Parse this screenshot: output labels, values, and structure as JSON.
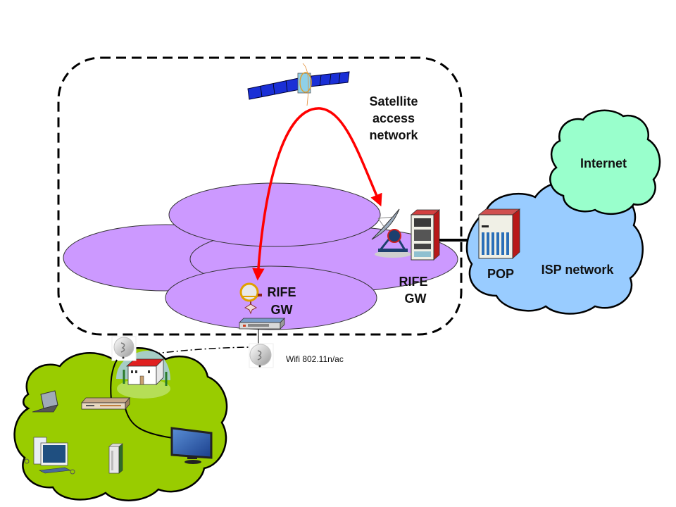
{
  "diagram": {
    "title": "Satellite access network architecture",
    "labels": {
      "satellite_network_line1": "Satellite",
      "satellite_network_line2": "access",
      "satellite_network_line3": "network",
      "rife_gw_terminal_line1": "RIFE",
      "rife_gw_terminal_line2": "GW",
      "rife_gw_hub_line1": "RIFE",
      "rife_gw_hub_line2": "GW",
      "pop": "POP",
      "isp_network": "ISP network",
      "internet": "Internet",
      "wifi": "Wifi 802.11n/ac"
    },
    "colors": {
      "beam_fill": "#cc99ff",
      "isp_cloud": "#99ccff",
      "internet_cloud": "#99ffcc",
      "home_cloud": "#99cc00",
      "link_arrow": "#ff0000",
      "solar_panel": "#1a2fd6",
      "rack_red": "#b81818"
    },
    "nodes": [
      {
        "id": "satellite",
        "icon": "satellite-icon"
      },
      {
        "id": "hub-dish",
        "icon": "dish-antenna-icon"
      },
      {
        "id": "hub-rack",
        "icon": "server-rack-icon"
      },
      {
        "id": "terminal-dish",
        "icon": "vsat-terminal-icon"
      },
      {
        "id": "terminal-switch",
        "icon": "network-switch-icon"
      },
      {
        "id": "pop-rack",
        "icon": "pop-rack-icon"
      },
      {
        "id": "wifi-antenna-1",
        "icon": "wifi-antenna-icon"
      },
      {
        "id": "wifi-antenna-2",
        "icon": "wifi-antenna-icon"
      },
      {
        "id": "house",
        "icon": "house-icon"
      },
      {
        "id": "home-router",
        "icon": "router-icon"
      },
      {
        "id": "laptop",
        "icon": "laptop-icon"
      },
      {
        "id": "desktop",
        "icon": "desktop-computer-icon"
      },
      {
        "id": "nas",
        "icon": "nas-server-icon"
      },
      {
        "id": "tv",
        "icon": "monitor-icon"
      }
    ]
  }
}
